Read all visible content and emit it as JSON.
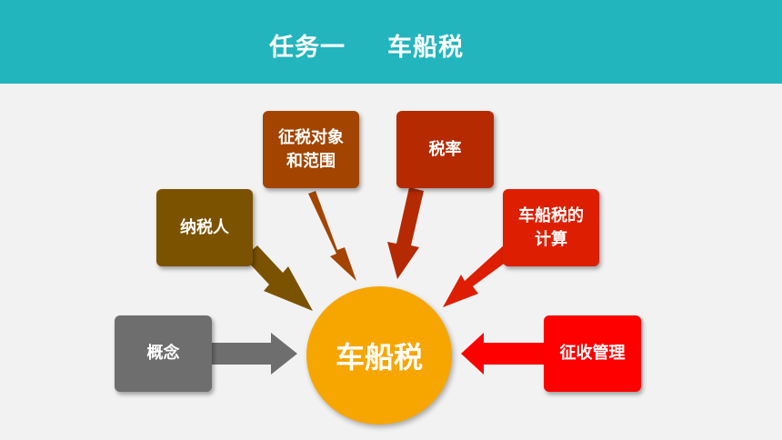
{
  "header": {
    "title_part1": "任务一",
    "title_part2": "车船税",
    "bg_color": "#22b5bd"
  },
  "center": {
    "label": "车船税",
    "color": "#f7a600"
  },
  "nodes": [
    {
      "id": "concept",
      "label": "概念",
      "color": "#6e6e6e"
    },
    {
      "id": "taxpayer",
      "label": "纳税人",
      "color": "#7b5200"
    },
    {
      "id": "scope",
      "line1": "征税对象",
      "line2": "和范围",
      "color": "#a34400"
    },
    {
      "id": "rate",
      "label": "税率",
      "color": "#b52a00"
    },
    {
      "id": "calc",
      "line1": "车船税的",
      "line2": "计算",
      "color": "#dd1e00"
    },
    {
      "id": "admin",
      "label": "征收管理",
      "color": "#ff0000"
    }
  ]
}
